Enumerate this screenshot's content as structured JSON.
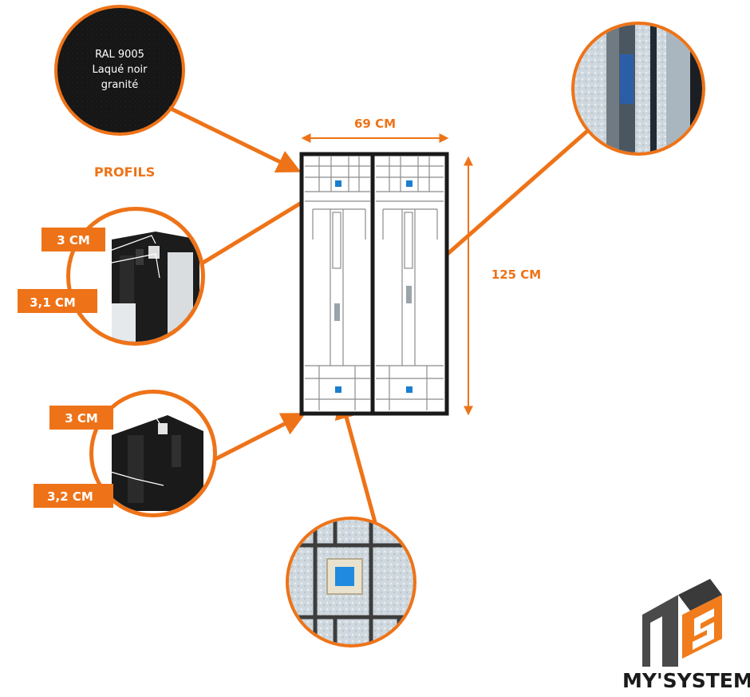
{
  "colors": {
    "accent": "#ee7318",
    "frame": "#1a1a1a",
    "glass_square": "#1a7fd0",
    "label_text": "#ffffff"
  },
  "swatch": {
    "line1": "RAL 9005",
    "line2": "Laqué noir",
    "line3": "granité"
  },
  "profils_title": "PROFILS",
  "profile_top": {
    "width_label": "3 CM",
    "depth_label": "3,1 CM"
  },
  "profile_bottom": {
    "width_label": "3 CM",
    "depth_label": "3,2 CM"
  },
  "dimensions": {
    "width_label": "69 CM",
    "height_label": "125 CM"
  },
  "brand": {
    "name": "MY'SYSTEM"
  }
}
